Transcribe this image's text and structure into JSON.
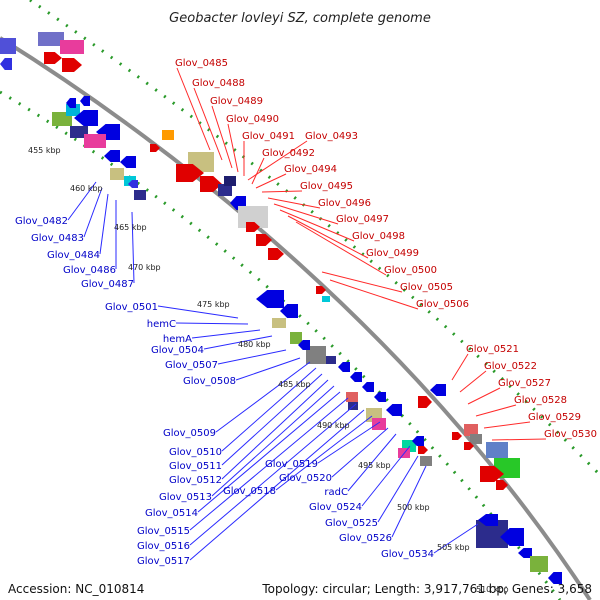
{
  "title": "Geobacter lovleyi SZ, complete genome",
  "footer": {
    "accession": "Accession: NC_010814",
    "summary": "Topology: circular; Length: 3,917,761 bp; Genes: 3,658"
  },
  "colors": {
    "forward": "#e00000",
    "reverse": "#0000e0",
    "fwd_label": "#c40000",
    "rev_label": "#0000c8",
    "backbone": "#8c8c8c",
    "dots": "#2a9a2a"
  },
  "ticks": [
    "455 kbp",
    "460 kbp",
    "465 kbp",
    "470 kbp",
    "475 kbp",
    "480 kbp",
    "485 kbp",
    "490 kbp",
    "495 kbp",
    "500 kbp",
    "505 kbp",
    "510 kbp"
  ],
  "forward_labels": [
    "Glov_0485",
    "Glov_0488",
    "Glov_0489",
    "Glov_0490",
    "Glov_0491",
    "Glov_0493",
    "Glov_0492",
    "Glov_0494",
    "Glov_0495",
    "Glov_0496",
    "Glov_0497",
    "Glov_0498",
    "Glov_0499",
    "Glov_0500",
    "Glov_0505",
    "Glov_0506",
    "Glov_0521",
    "Glov_0522",
    "Glov_0527",
    "Glov_0528",
    "Glov_0529",
    "Glov_0530"
  ],
  "reverse_labels": [
    "Glov_0482",
    "Glov_0483",
    "Glov_0484",
    "Glov_0486",
    "Glov_0487",
    "Glov_0501",
    "hemC",
    "hemA",
    "Glov_0504",
    "Glov_0507",
    "Glov_0508",
    "Glov_0509",
    "Glov_0510",
    "Glov_0511",
    "Glov_0512",
    "Glov_0513",
    "Glov_0514",
    "Glov_0515",
    "Glov_0516",
    "Glov_0517",
    "Glov_0518",
    "Glov_0519",
    "Glov_0520",
    "radC",
    "Glov_0524",
    "Glov_0525",
    "Glov_0526",
    "Glov_0534"
  ]
}
